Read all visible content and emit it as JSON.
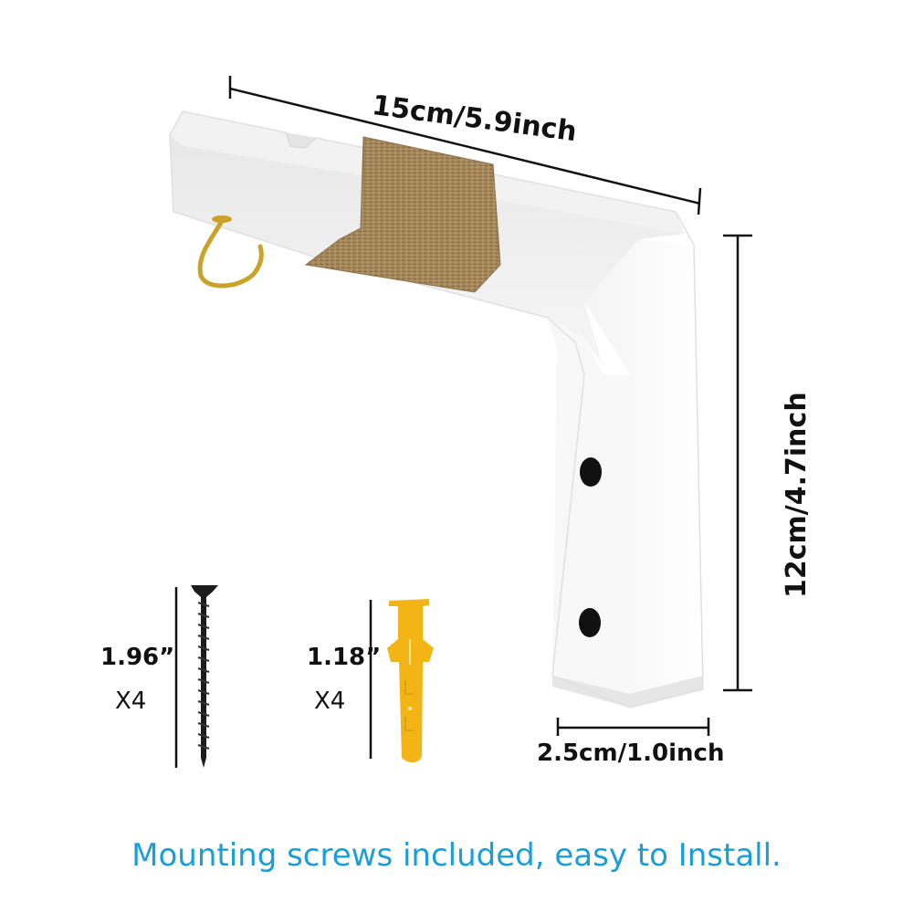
{
  "dimensions": {
    "length": "15cm/5.9inch",
    "height": "12cm/4.7inch",
    "width": "2.5cm/1.0inch"
  },
  "hardware": {
    "screw": {
      "length": "1.96”",
      "quantity": "X4"
    },
    "anchor": {
      "length": "1.18”",
      "quantity": "X4"
    }
  },
  "caption": "Mounting screws included, easy to Install.",
  "colors": {
    "caption": "#1b9ed8",
    "bracket": "#ffffff",
    "jute": "#a88a5c",
    "hook": "#c9a227",
    "anchor": "#f2b515"
  }
}
